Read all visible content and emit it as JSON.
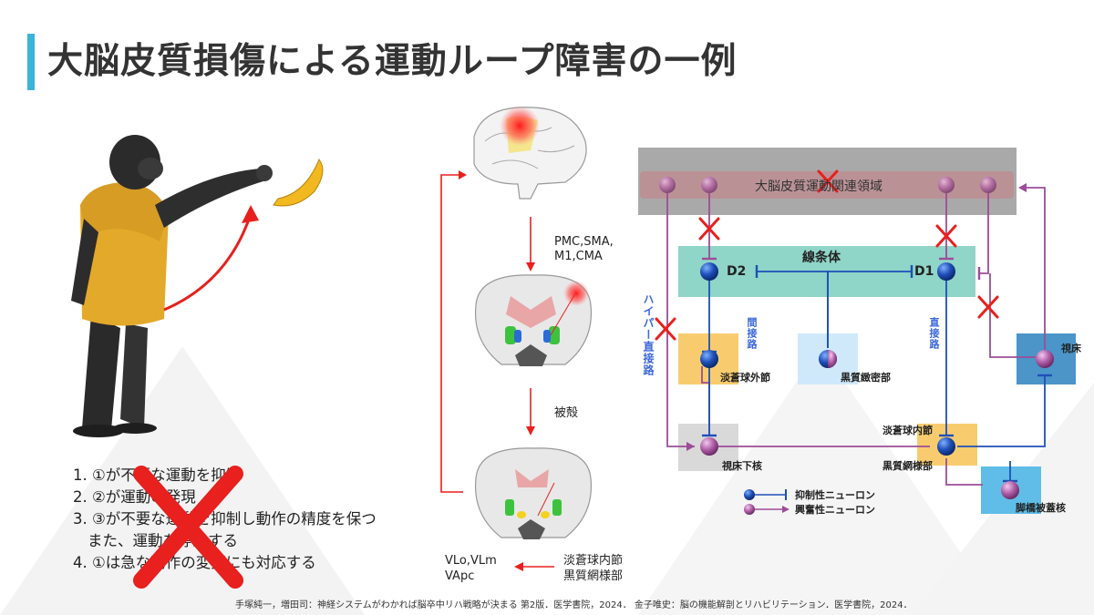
{
  "title": "大脳皮質損傷による運動ループ障害の一例",
  "list": {
    "item1": "1. ①が不要な運動を抑制",
    "item2": "2. ②が運動の発現",
    "item3": "3. ③が不要な運動を抑制し動作の精度を保つ",
    "item3b": "また、運動を停止する",
    "item4": "4. ①は急な動作の変更にも対応する"
  },
  "center": {
    "pathway1": "PMC,SMA,\nM1,CMA",
    "pathway2": "被殻",
    "out1": "VLo,VLm",
    "out2": "VApc",
    "src1": "淡蒼球内節",
    "src2": "黒質網様部"
  },
  "diagram": {
    "cortex": "大脳皮質運動関連領域",
    "striatum": "線条体",
    "d2": "D2",
    "d1": "D1",
    "hyper": "ハイパー直接路",
    "indirect": "間接路",
    "direct": "直接路",
    "gpe": "淡蒼球外節",
    "snc": "黒質緻密部",
    "thalamus": "視床",
    "stn": "視床下核",
    "gpi": "淡蒼球内節",
    "snr": "黒質網様部",
    "ppn": "脚橋被蓋核",
    "legend_inhib": "抑制性ニューロン",
    "legend_excit": "興奮性ニューロン"
  },
  "citation": "手塚純一，増田司：神経システムがわかれば脳卒中リハ戦略が決まる 第2版．医学書院，2024． 金子唯史：脳の機能解剖とリハビリテーション．医学書院，2024．",
  "colors": {
    "accent": "#3bb4d8",
    "red": "#e8201e",
    "inhibitory": "#1f4fb8",
    "excitatory": "#9c4d97",
    "striatum_box": "#8fd5c8",
    "cortex_band": "#a9a9a9"
  }
}
